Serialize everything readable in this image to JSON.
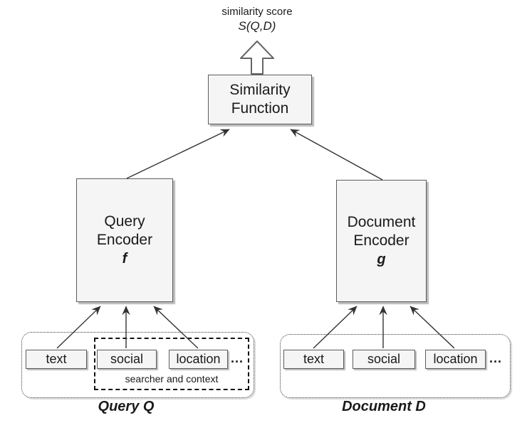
{
  "diagram": {
    "score_label": {
      "line1": "similarity score",
      "line2": "S(Q,D)"
    },
    "similarity_function": {
      "label": "Similarity\nFunction"
    },
    "encoders": {
      "query": {
        "label": "Query\nEncoder",
        "symbol": "f"
      },
      "document": {
        "label": "Document\nEncoder",
        "symbol": "g"
      }
    },
    "query_group": {
      "inputs": [
        "text",
        "social",
        "location"
      ],
      "ellipsis": "...",
      "context_label": "searcher and context",
      "caption": "Query Q"
    },
    "document_group": {
      "inputs": [
        "text",
        "social",
        "location"
      ],
      "ellipsis": "...",
      "caption": "Document D"
    },
    "colors": {
      "box_fill": "#f5f5f5",
      "box_stroke": "#5c5c5c",
      "shadow": "#b9b9b9",
      "line": "#333333"
    }
  }
}
